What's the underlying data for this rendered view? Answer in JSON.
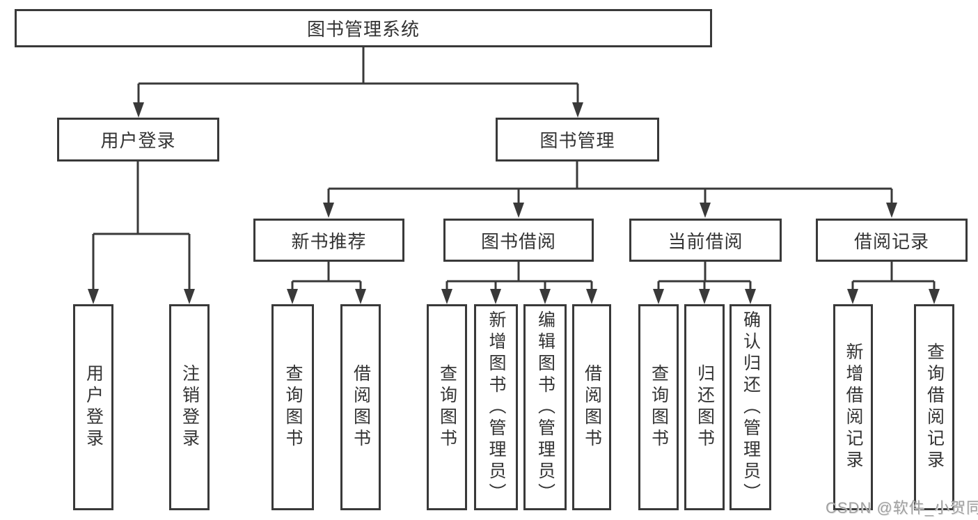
{
  "diagram": {
    "root": {
      "label": "图书管理系统"
    },
    "level1": [
      {
        "label": "用户登录"
      },
      {
        "label": "图书管理"
      }
    ],
    "level2": [
      {
        "label": "新书推荐"
      },
      {
        "label": "图书借阅"
      },
      {
        "label": "当前借阅"
      },
      {
        "label": "借阅记录"
      }
    ],
    "leaves": {
      "user_login": [
        "用户登录",
        "注销登录"
      ],
      "new_book": [
        "查询图书",
        "借阅图书"
      ],
      "book_borrow": [
        "查询图书",
        "新增图书（管理员）",
        "编辑图书（管理员）",
        "借阅图书"
      ],
      "current_borrow": [
        "查询图书",
        "归还图书",
        "确认归还（管理员）"
      ],
      "borrow_record": [
        "新增借阅记录",
        "查询借阅记录"
      ]
    },
    "colors": {
      "line": "#393939",
      "text": "#333333",
      "watermark": "#a0a0a0",
      "background": "#ffffff"
    },
    "watermark": "CSDN @软件_小贺同学"
  }
}
